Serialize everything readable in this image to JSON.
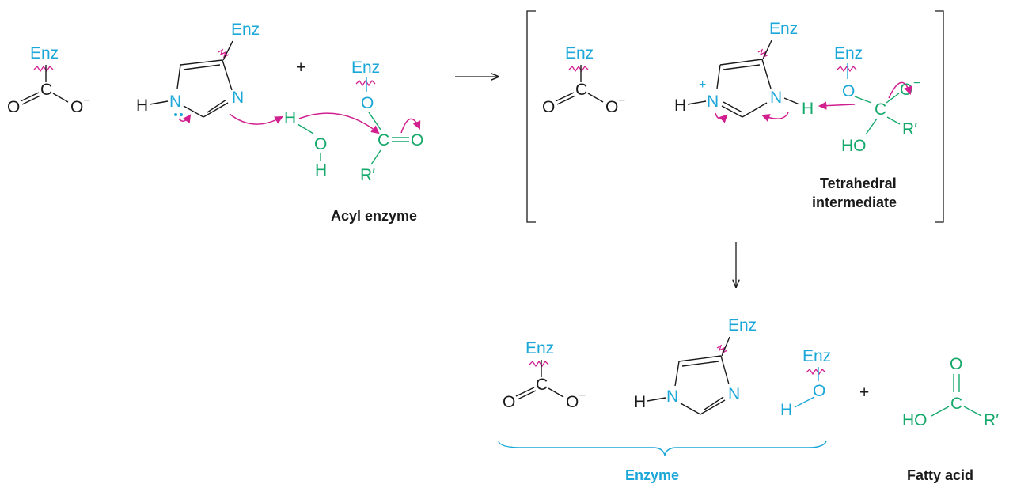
{
  "colors": {
    "black": "#1a1a1a",
    "cyan": "#1ba7d8",
    "green": "#15a86b",
    "magenta": "#d21f8f"
  },
  "atoms": {
    "enz": "Enz",
    "c": "C",
    "o": "O",
    "o_minus": "O−",
    "n": "N",
    "h": "H",
    "ho": "HO",
    "r_prime": "R′",
    "plus": "+",
    "minus": "−"
  },
  "labels": {
    "acyl_enzyme": "Acyl enzyme",
    "tetrahedral_line1": "Tetrahedral",
    "tetrahedral_line2": "intermediate",
    "enzyme": "Enzyme",
    "fatty_acid": "Fatty acid"
  },
  "icons": {
    "curly_arrow": "curved-electron-arrow",
    "bond_break": "wavy-bond-line",
    "reaction_arrow": "straight-arrow"
  }
}
